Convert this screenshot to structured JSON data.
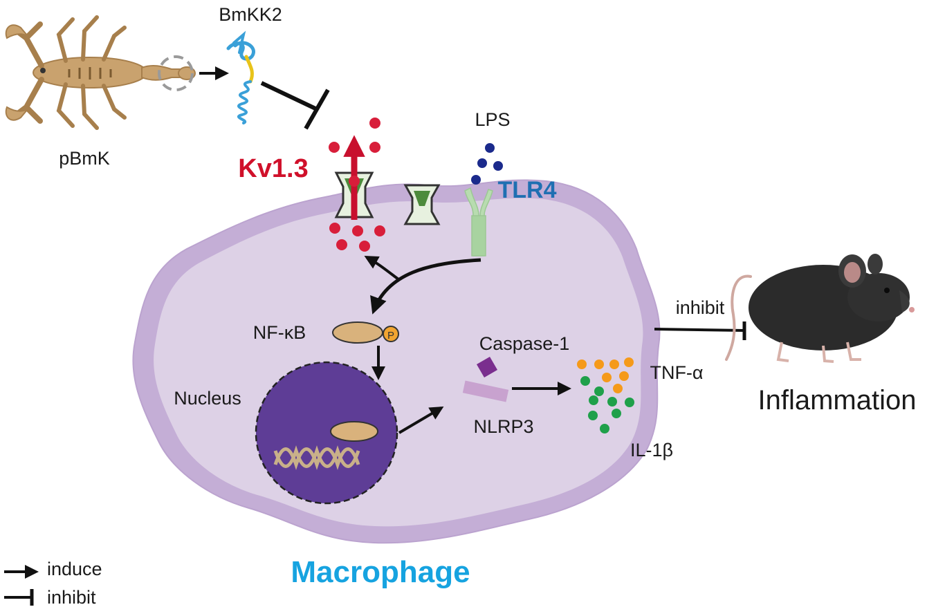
{
  "labels": {
    "pbmk": "pBmK",
    "bmkk2": "BmKK2",
    "kv13": "Kv1.3",
    "lps": "LPS",
    "tlr4": "TLR4",
    "nfkb": "NF-κB",
    "phospho": "P",
    "caspase": "Caspase-1",
    "nucleus": "Nucleus",
    "nlrp3": "NLRP3",
    "tnf": "TNF-α",
    "il1b": "IL-1β",
    "inhibit_arrow": "inhibit",
    "inflammation": "Inflammation",
    "macrophage": "Macrophage"
  },
  "legend": {
    "induce": "induce",
    "inhibit": "inhibit"
  },
  "colors": {
    "kv13": "#d0102a",
    "tlr4": "#1f6fb2",
    "macrophage": "#16a3e0",
    "cell_fill": "#ddd1e6",
    "cell_edge": "#c4aed6",
    "nucleus": "#5e3d96",
    "nfkb": "#d9b27c",
    "potassium": "#d81e3a",
    "lps": "#1b2a8c",
    "tnf": "#f59a1a",
    "il1b": "#1fa04a",
    "caspase": "#7a2e8e",
    "nlrp3": "#c8a2cf",
    "channel": "#4d8b3c",
    "scorpion": "#c9a26e"
  },
  "icons": [
    "scorpion-icon",
    "toxin-structure-icon",
    "ion-channel-icon",
    "receptor-icon",
    "mouse-icon",
    "dna-icon"
  ]
}
